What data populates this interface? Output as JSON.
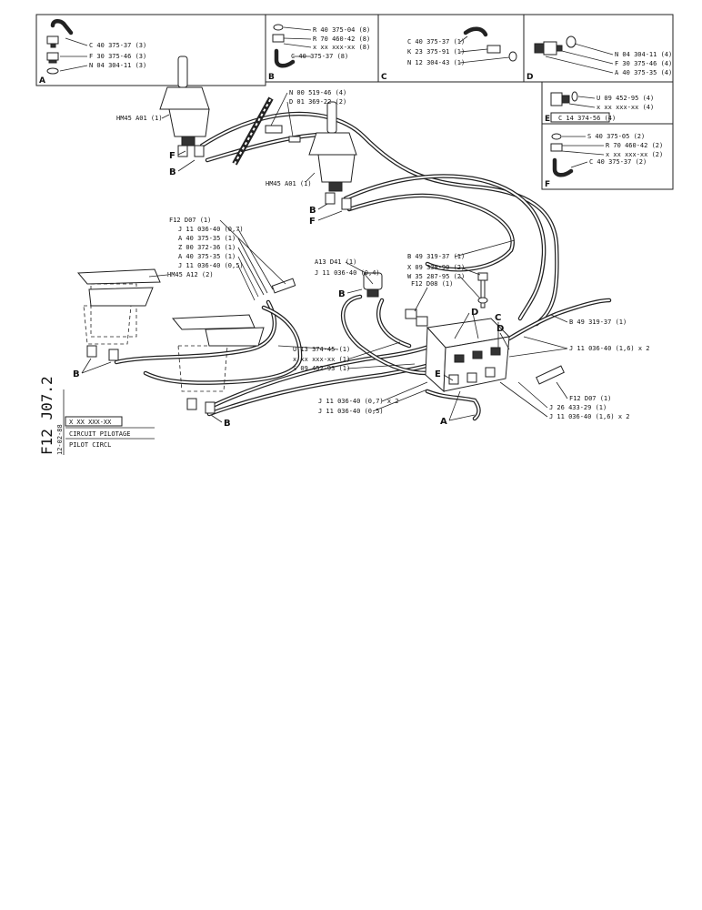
{
  "boxes": {
    "A": {
      "letter": "A",
      "items": [
        "C 40 375-37 (3)",
        "F 30 375-46 (3)",
        "N 04 304-11 (3)"
      ]
    },
    "B": {
      "letter": "B",
      "items": [
        "R 40 375-04 (8)",
        "R 70 460-42 (8)",
        "x xx xxx-xx (8)",
        "C 40 375-37 (8)"
      ]
    },
    "C": {
      "letter": "C",
      "items": [
        "C 40 375-37 (1)",
        "K 23 375-91 (1)",
        "N 12 304-43 (1)"
      ]
    },
    "D": {
      "letter": "D",
      "items": [
        "N 04 304-11 (4)",
        "F 30 375-46 (4)",
        "A 40 375-35 (4)"
      ]
    },
    "E": {
      "letter": "E",
      "items": [
        "U 09 452-95 (4)",
        "x xx xxx-xx (4)",
        "C 14 374-56 (4)"
      ]
    },
    "F": {
      "letter": "F",
      "items": [
        "S 40 375-05 (2)",
        "R 70 460-42 (2)",
        "x xx xxx-xx (2)",
        "C 40 375-37 (2)"
      ]
    }
  },
  "labels": {
    "n00": "N 00 519-46 (4)",
    "d01": "D 01 369-22 (2)",
    "hm45_left": "HM45 A01 (1)",
    "hm45_center": "HM45 A01 (1)",
    "f12_top": "F12 D07 (1)",
    "j11_07": "J 11 036-40 (0,7)",
    "a40_a": "A 40 375-35 (1)",
    "z00": "Z 00 372-36 (1)",
    "a40_b": "A 40 375-35 (1)",
    "j11_05": "J 11 036-40 (0,5)",
    "hm45_a12": "HM45 A12 (2)",
    "a13": "A13 D41 (1)",
    "j11_04": "J 11 036-40 (0,4)",
    "f12_d08": "F12 D08 (1)",
    "b49_top": "B 49 319-37 (1)",
    "x09": "X 09 338-90 (2)",
    "w35": "W 35 287-95 (2)",
    "b49_right": "B 49 319-37 (1)",
    "j11_16_right": "J 11 036-40 (1,6) x 2",
    "u13": "U 13 374-45 (1)",
    "xxx1": "x xx xxx-xx (1)",
    "s09": "S 09 452-93 (1)",
    "f12_d07_right": "F12 D07 (1)",
    "j26": "J 26 433-29 (1)",
    "j11_16_bottom": "J 11 036-40 (1,6) x 2",
    "j11_07x2": "J 11 036-40 (0,7) x 2",
    "j11_05_bottom": "J 11 036-40 (0,5)"
  },
  "callouts": {
    "B": "B",
    "F": "F",
    "A": "A",
    "C": "C",
    "D": "D",
    "E": "E"
  },
  "title_block": {
    "side_code": "F12 J07.2",
    "date": "12-02-88",
    "ref": "X XX XXX-XX",
    "line1": "CIRCUIT PILOTAGE",
    "line2": "PILOT CIRCL"
  }
}
